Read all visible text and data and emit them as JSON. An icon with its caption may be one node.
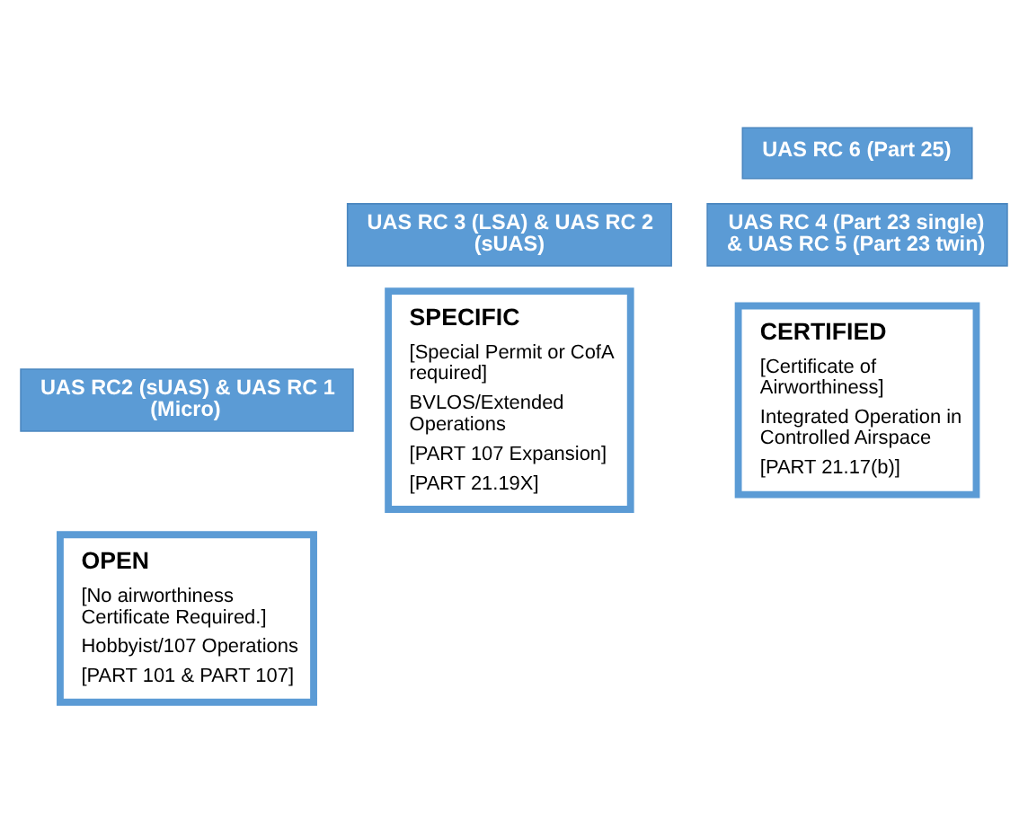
{
  "diagram": {
    "nodes": [
      {
        "text": [
          "UAS RC2 (sUAS) & UAS RC 1 (Micro)"
        ]
      },
      {
        "text": [
          "OPEN",
          "[No airworthiness Certificate Required.]",
          "Hobbyist/107 Operations",
          "[PART 101 & PART 107]"
        ]
      },
      {
        "text": [
          "UAS RC 3 (LSA) & UAS RC 2 (sUAS)"
        ]
      },
      {
        "text": [
          "SPECIFIC",
          "[Special Permit or CofA required]",
          "BVLOS/Extended Operations",
          "[PART 107 Expansion]",
          "[PART 21.19X]"
        ]
      },
      {
        "text": [
          "UAS RC 6 (Part 25)"
        ]
      },
      {
        "text": [
          "UAS RC 4 (Part 23 single) & UAS RC 5 (Part 23 twin)"
        ]
      },
      {
        "text": [
          "CERTIFIED",
          "[Certificate of Airworthiness]",
          "Integrated Operation in Controlled Airspace",
          "[PART 21.17(b)]"
        ]
      }
    ]
  }
}
